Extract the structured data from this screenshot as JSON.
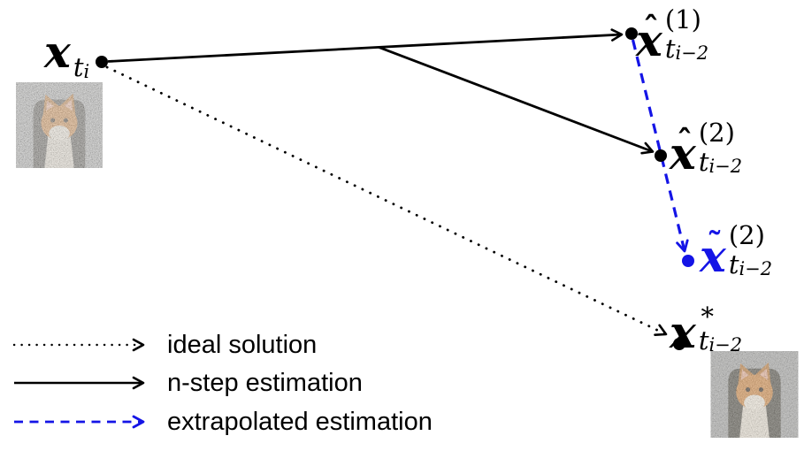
{
  "colors": {
    "ink": "#000000",
    "blue": "#1414e6",
    "background": "#ffffff"
  },
  "points": {
    "start": {
      "sym": "x",
      "sub": "t",
      "subsub": "i"
    },
    "est1": {
      "accent": "ˆ",
      "sym": "x",
      "sup": "(1)",
      "sub": "t",
      "subsub": "i−2"
    },
    "est2": {
      "accent": "ˆ",
      "sym": "x",
      "sup": "(2)",
      "sub": "t",
      "subsub": "i−2"
    },
    "extrap": {
      "accent": "˜",
      "sym": "x",
      "sup": "(2)",
      "sub": "t",
      "subsub": "i−2"
    },
    "ideal": {
      "sym": "x",
      "sup": "∗",
      "sub": "t",
      "subsub": "i−2"
    }
  },
  "legend": {
    "items": [
      {
        "id": "ideal",
        "line_style": "dotted",
        "color": "#000000",
        "label": "ideal solution"
      },
      {
        "id": "n_step",
        "line_style": "solid",
        "color": "#000000",
        "label": "n-step estimation"
      },
      {
        "id": "extrapolated",
        "line_style": "dashed",
        "color": "#1414e6",
        "label": "extrapolated estimation"
      }
    ]
  },
  "images": {
    "start_image": "noisy-cat-image",
    "target_image": "noisy-cat-image"
  }
}
